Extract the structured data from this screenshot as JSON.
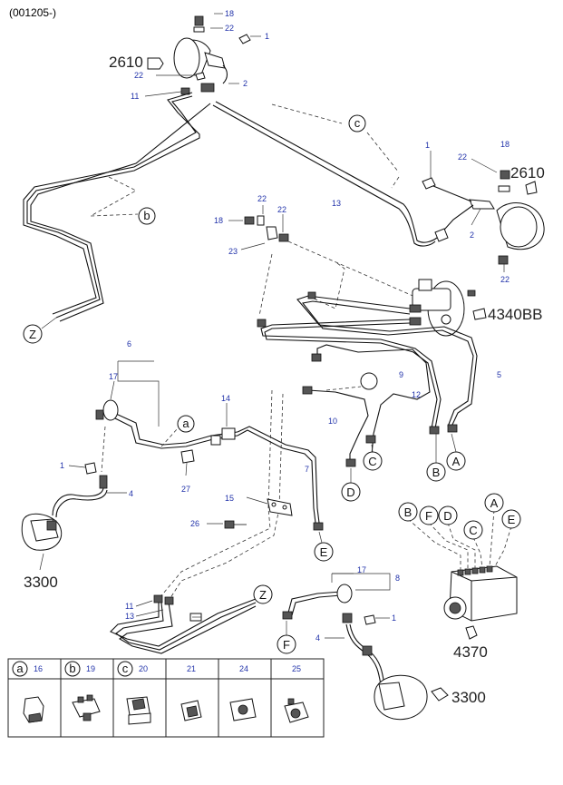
{
  "header": {
    "code": "(001205-)"
  },
  "part_numbers": {
    "p1": "1",
    "p2": "2",
    "p4": "4",
    "p5": "5",
    "p6": "6",
    "p7": "7",
    "p8": "8",
    "p9": "9",
    "p10": "10",
    "p11": "11",
    "p12": "12",
    "p13": "13",
    "p14": "14",
    "p15": "15",
    "p17": "17",
    "p18": "18",
    "p22": "22",
    "p23": "23",
    "p26": "26",
    "p27": "27"
  },
  "ref_labels": {
    "r2610": "2610",
    "r4340": "4340BB",
    "r3300": "3300",
    "r4370": "4370"
  },
  "circle_letters": {
    "a": "a",
    "b": "b",
    "c": "c",
    "A": "A",
    "B": "B",
    "C": "C",
    "D": "D",
    "E": "E",
    "F": "F",
    "Z": "Z"
  },
  "legend_table": {
    "cells": [
      {
        "letter": "a",
        "number": "16"
      },
      {
        "letter": "b",
        "number": "19"
      },
      {
        "letter": "c",
        "number": "20"
      },
      {
        "letter": "",
        "number": "21"
      },
      {
        "letter": "",
        "number": "24"
      },
      {
        "letter": "",
        "number": "25"
      }
    ]
  }
}
